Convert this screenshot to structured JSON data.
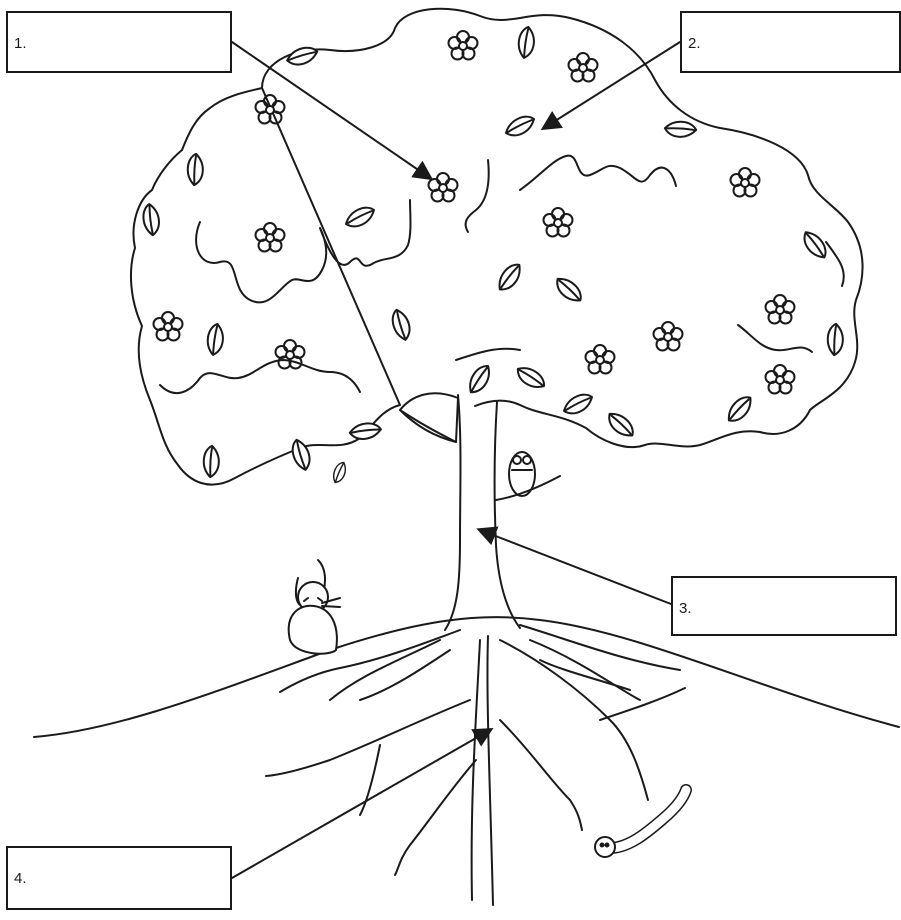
{
  "labels": [
    {
      "id": "box1",
      "number": "1.",
      "answer": ""
    },
    {
      "id": "box2",
      "number": "2.",
      "answer": ""
    },
    {
      "id": "box3",
      "number": "3.",
      "answer": ""
    },
    {
      "id": "box4",
      "number": "4.",
      "answer": ""
    }
  ],
  "colors": {
    "ink": "#1a1a1a",
    "paper": "#ffffff"
  }
}
